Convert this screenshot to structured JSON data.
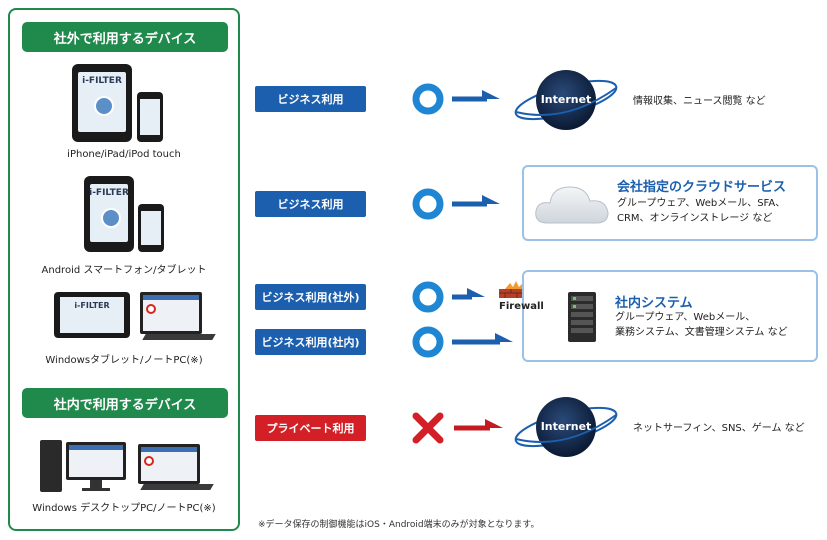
{
  "left_panel": {
    "outside_header": "社外で利用するデバイス",
    "inside_header": "社内で利用するデバイス",
    "devices": [
      {
        "caption": "iPhone/iPad/iPod touch",
        "logo": "i-FILTER"
      },
      {
        "caption": "Android スマートフォン/タブレット",
        "logo": "i-FILTER"
      },
      {
        "caption": "Windowsタブレット/ノートPC(※)",
        "logo": "i-FILTER"
      },
      {
        "caption": "Windows デスクトップPC/ノートPC(※)"
      }
    ]
  },
  "rows": [
    {
      "label": "ビジネス利用",
      "result": "allowed"
    },
    {
      "label": "ビジネス利用",
      "result": "allowed"
    },
    {
      "label": "ビジネス利用(社外)",
      "result": "allowed"
    },
    {
      "label": "ビジネス利用(社内)",
      "result": "allowed"
    },
    {
      "label": "プライベート利用",
      "result": "blocked"
    }
  ],
  "destinations": {
    "internet_top": {
      "globe_text": "Internet",
      "desc": "情報収集、ニュース閲覧 など"
    },
    "cloud": {
      "title": "会社指定のクラウドサービス",
      "desc_line1": "グループウェア、Webメール、SFA、",
      "desc_line2": "CRM、オンラインストレージ など"
    },
    "internal": {
      "firewall": "Firewall",
      "title": "社内システム",
      "desc_line1": "グループウェア、Webメール、",
      "desc_line2": "業務システム、文書管理システム など"
    },
    "internet_bottom": {
      "globe_text": "Internet",
      "desc": "ネットサーフィン、SNS、ゲーム など"
    }
  },
  "footnote": "※データ保存の制御機能はiOS・Android端末のみが対象となります。",
  "colors": {
    "green": "#1f8a4c",
    "blue": "#1b5fae",
    "red": "#d32027",
    "light_blue": "#9bc1e6"
  },
  "icons": [
    "globe-icon",
    "cloud-icon",
    "firewall-icon",
    "server-icon",
    "circle-ok-icon",
    "cross-ng-icon",
    "arrow-right-icon"
  ]
}
